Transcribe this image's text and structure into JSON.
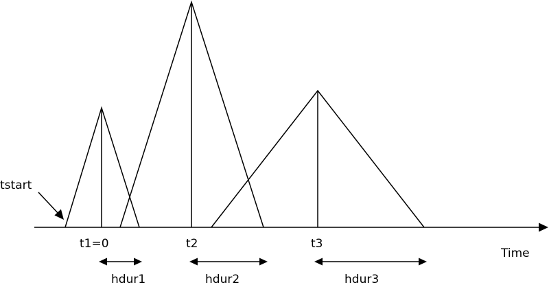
{
  "labels": {
    "tstart": "tstart",
    "t1": "t1=0",
    "t2": "t2",
    "t3": "t3",
    "time_axis": "Time",
    "hdur1": "hdur1",
    "hdur2": "hdur2",
    "hdur3": "hdur3"
  },
  "colors": {
    "line": "#000000",
    "background": "#ffffff"
  }
}
